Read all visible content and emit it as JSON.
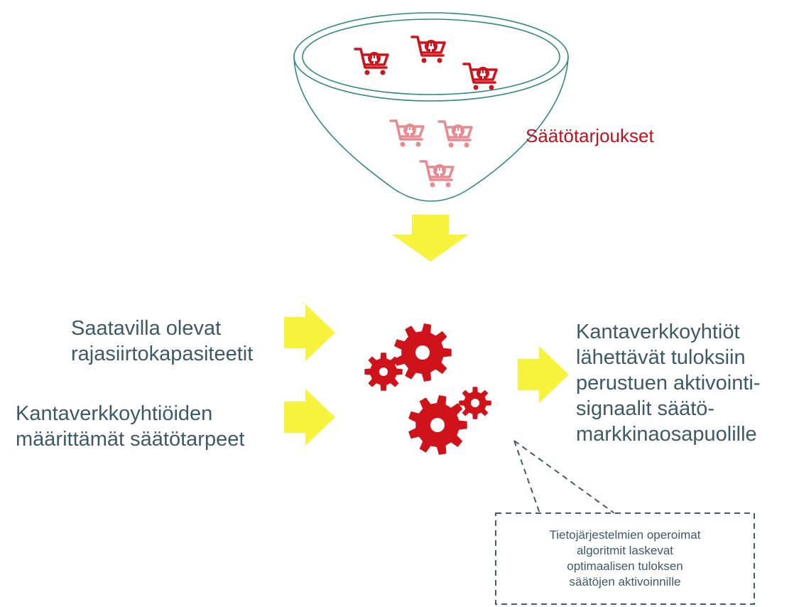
{
  "colors": {
    "funnel_stroke": "#2e8b7a",
    "cart_strong": "#d0121b",
    "cart_faded": "#e98a90",
    "gear": "#d0121b",
    "arrow": "#f7f23c",
    "text": "#3d5a66",
    "bids_label": "#c0111b",
    "dashed": "#4a5a62"
  },
  "icons": {
    "cart": "shopping-cart-with-plug-icon",
    "gear": "gear-icon",
    "arrow": "yellow-block-arrow"
  },
  "funnel": {
    "label": "Säätötarjoukset"
  },
  "inputs": {
    "capacities": [
      "Saatavilla olevat",
      "rajasiirtokapasiteetit"
    ],
    "needs": [
      "Kantaverkkoyhtiöiden",
      "määrittämät säätötarpeet"
    ]
  },
  "output": {
    "lines": [
      "Kantaverkkoyhtiöt",
      "lähettävät tuloksiin",
      "perustuen aktivointi-",
      "signaalit säätö-",
      "markkinaosapuolille"
    ]
  },
  "callout": {
    "lines": [
      "Tietojärjestelmien operoimat",
      "algoritmit laskevat",
      "optimaalisen tuloksen",
      "säätöjen aktivoinnille"
    ]
  }
}
